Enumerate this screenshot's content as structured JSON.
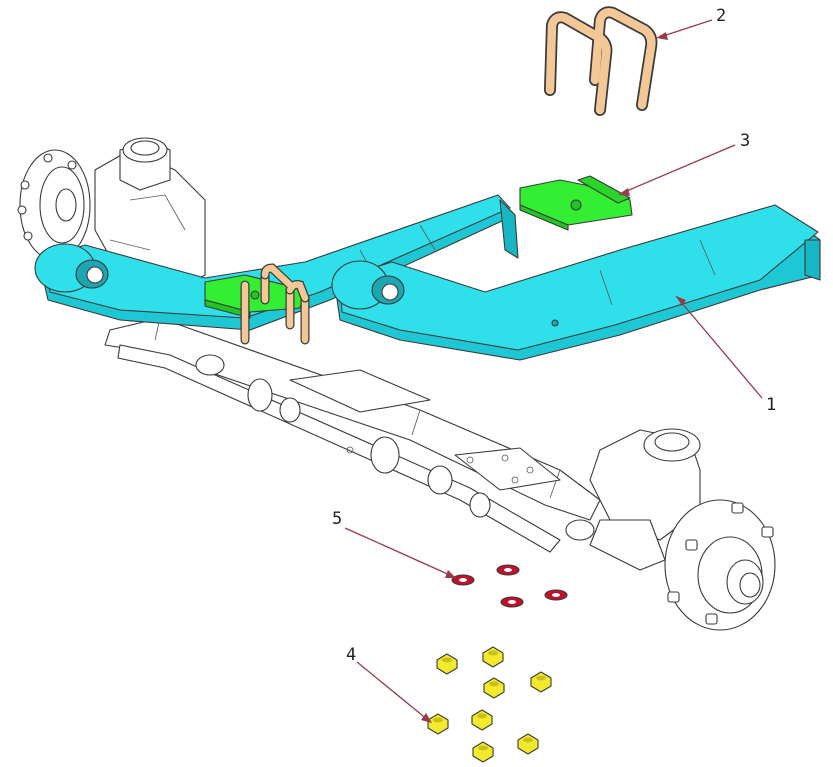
{
  "diagram": {
    "callouts": [
      {
        "id": "1",
        "label": "1"
      },
      {
        "id": "2",
        "label": "2"
      },
      {
        "id": "3",
        "label": "3"
      },
      {
        "id": "4",
        "label": "4"
      },
      {
        "id": "5",
        "label": "5"
      }
    ],
    "parts": [
      {
        "callout": "1",
        "part": "leaf-spring",
        "color": "#22d3e0"
      },
      {
        "callout": "2",
        "part": "u-bolt",
        "color": "#f4c896"
      },
      {
        "callout": "3",
        "part": "spring-pad-plate",
        "color": "#33ee33"
      },
      {
        "callout": "4",
        "part": "nut",
        "color": "#f2ea2a"
      },
      {
        "callout": "5",
        "part": "washer",
        "color": "#c0102a"
      }
    ],
    "colors": {
      "leader": "#9a3a4a",
      "outline": "#3a3a3a",
      "axle": "#ffffff"
    }
  }
}
